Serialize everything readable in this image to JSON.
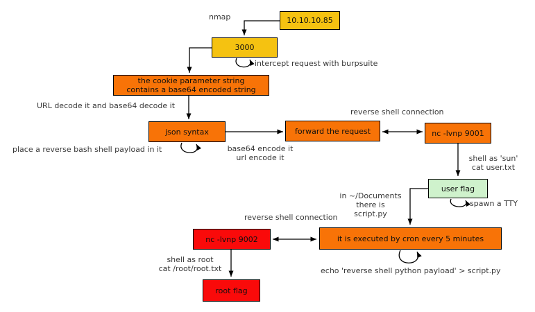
{
  "diagram": {
    "background": "#FFFFFF",
    "colors": {
      "gold": "#F5C211",
      "orange": "#F87307",
      "red": "#FA0A0A",
      "light_green": "#CFF2CC",
      "border": "#000000",
      "label_text": "#383838"
    },
    "nodes": [
      {
        "id": "ip-address",
        "label": "10.10.10.85",
        "color": "#F5C211"
      },
      {
        "id": "port-3000",
        "label": "3000",
        "color": "#F5C211"
      },
      {
        "id": "cookie-param",
        "lines": [
          "the cookie parameter string",
          "contains a base64 encoded string"
        ],
        "color": "#F87307"
      },
      {
        "id": "json-syntax",
        "label": "json syntax",
        "color": "#F87307"
      },
      {
        "id": "forward-request",
        "label": "forward the request",
        "color": "#F87307"
      },
      {
        "id": "nc-9001",
        "label": "nc -lvnp 9001",
        "color": "#F87307"
      },
      {
        "id": "user-flag",
        "label": "user flag",
        "color": "#CFF2CC"
      },
      {
        "id": "cron-exec",
        "label": "it is executed by cron every 5 minutes",
        "color": "#F87307"
      },
      {
        "id": "nc-9002",
        "label": "nc -lvnp 9002",
        "color": "#FA0A0A"
      },
      {
        "id": "root-flag",
        "label": "root flag",
        "color": "#FA0A0A"
      }
    ],
    "labels": {
      "nmap": "nmap",
      "intercept": "intercept request with burpsuite",
      "url_decode": "URL decode it and base64 decode it",
      "place_payload": "place a reverse bash shell payload in it",
      "encode": [
        "base64 encode it",
        "url encode it"
      ],
      "reverse_shell_top": "reverse shell connection",
      "shell_sun": [
        "shell as 'sun'",
        "cat user.txt"
      ],
      "spawn_tty": "spawn a TTY",
      "documents": [
        "in ~/Documents",
        "there is",
        "script.py"
      ],
      "reverse_shell_bottom": "reverse shell connection",
      "echo_payload": "echo 'reverse shell python payload' > script.py",
      "shell_root": [
        "shell as root",
        "cat /root/root.txt"
      ]
    },
    "edges": [
      {
        "from": "ip-address",
        "to": "port-3000",
        "type": "arrow",
        "label": "nmap"
      },
      {
        "from": "port-3000",
        "to": "port-3000",
        "type": "self-loop",
        "label": "intercept request with burpsuite"
      },
      {
        "from": "port-3000",
        "to": "cookie-param",
        "type": "arrow",
        "label": ""
      },
      {
        "from": "cookie-param",
        "to": "json-syntax",
        "type": "arrow",
        "label": "URL decode it and base64 decode it"
      },
      {
        "from": "json-syntax",
        "to": "json-syntax",
        "type": "self-loop",
        "label": "place a reverse bash shell payload in it"
      },
      {
        "from": "json-syntax",
        "to": "forward-request",
        "type": "arrow",
        "label": "base64 encode it / url encode it"
      },
      {
        "from": "forward-request",
        "to": "nc-9001",
        "type": "double-arrow",
        "label": "reverse shell connection"
      },
      {
        "from": "nc-9001",
        "to": "user-flag",
        "type": "arrow",
        "label": "shell as 'sun' / cat user.txt"
      },
      {
        "from": "user-flag",
        "to": "user-flag",
        "type": "self-loop",
        "label": "spawn a TTY"
      },
      {
        "from": "user-flag",
        "to": "cron-exec",
        "type": "arrow",
        "label": "in ~/Documents there is script.py"
      },
      {
        "from": "cron-exec",
        "to": "nc-9002",
        "type": "double-arrow",
        "label": "reverse shell connection"
      },
      {
        "from": "cron-exec",
        "to": "cron-exec",
        "type": "self-loop",
        "label": "echo 'reverse shell python payload' > script.py"
      },
      {
        "from": "nc-9002",
        "to": "root-flag",
        "type": "arrow",
        "label": "shell as root / cat /root/root.txt"
      }
    ]
  }
}
